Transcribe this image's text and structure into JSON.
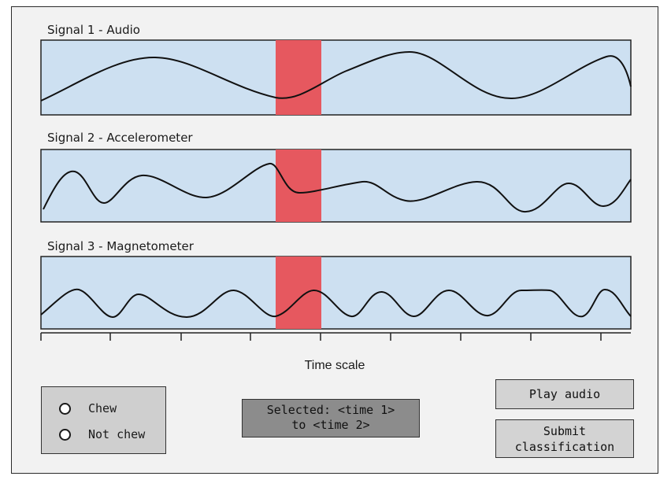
{
  "signals": [
    {
      "title": "Signal 1 - Audio"
    },
    {
      "title": "Signal 2 - Accelerometer"
    },
    {
      "title": "Signal 3 - Magnetometer"
    }
  ],
  "time_axis": {
    "label": "Time scale"
  },
  "selection": {
    "line1": "Selected: <time 1>",
    "line2": "to <time 2>"
  },
  "classification": {
    "options": [
      {
        "label": "Chew",
        "checked": false
      },
      {
        "label": "Not chew",
        "checked": false
      }
    ]
  },
  "buttons": {
    "play_audio": "Play audio",
    "submit_line1": "Submit",
    "submit_line2": "classification"
  },
  "colors": {
    "plot_background": "#cde0f1",
    "selection_highlight": "#e6585f",
    "window_background": "#f2f2f2",
    "button_background": "#d3d3d3",
    "selection_display_background": "#8c8c8c"
  }
}
